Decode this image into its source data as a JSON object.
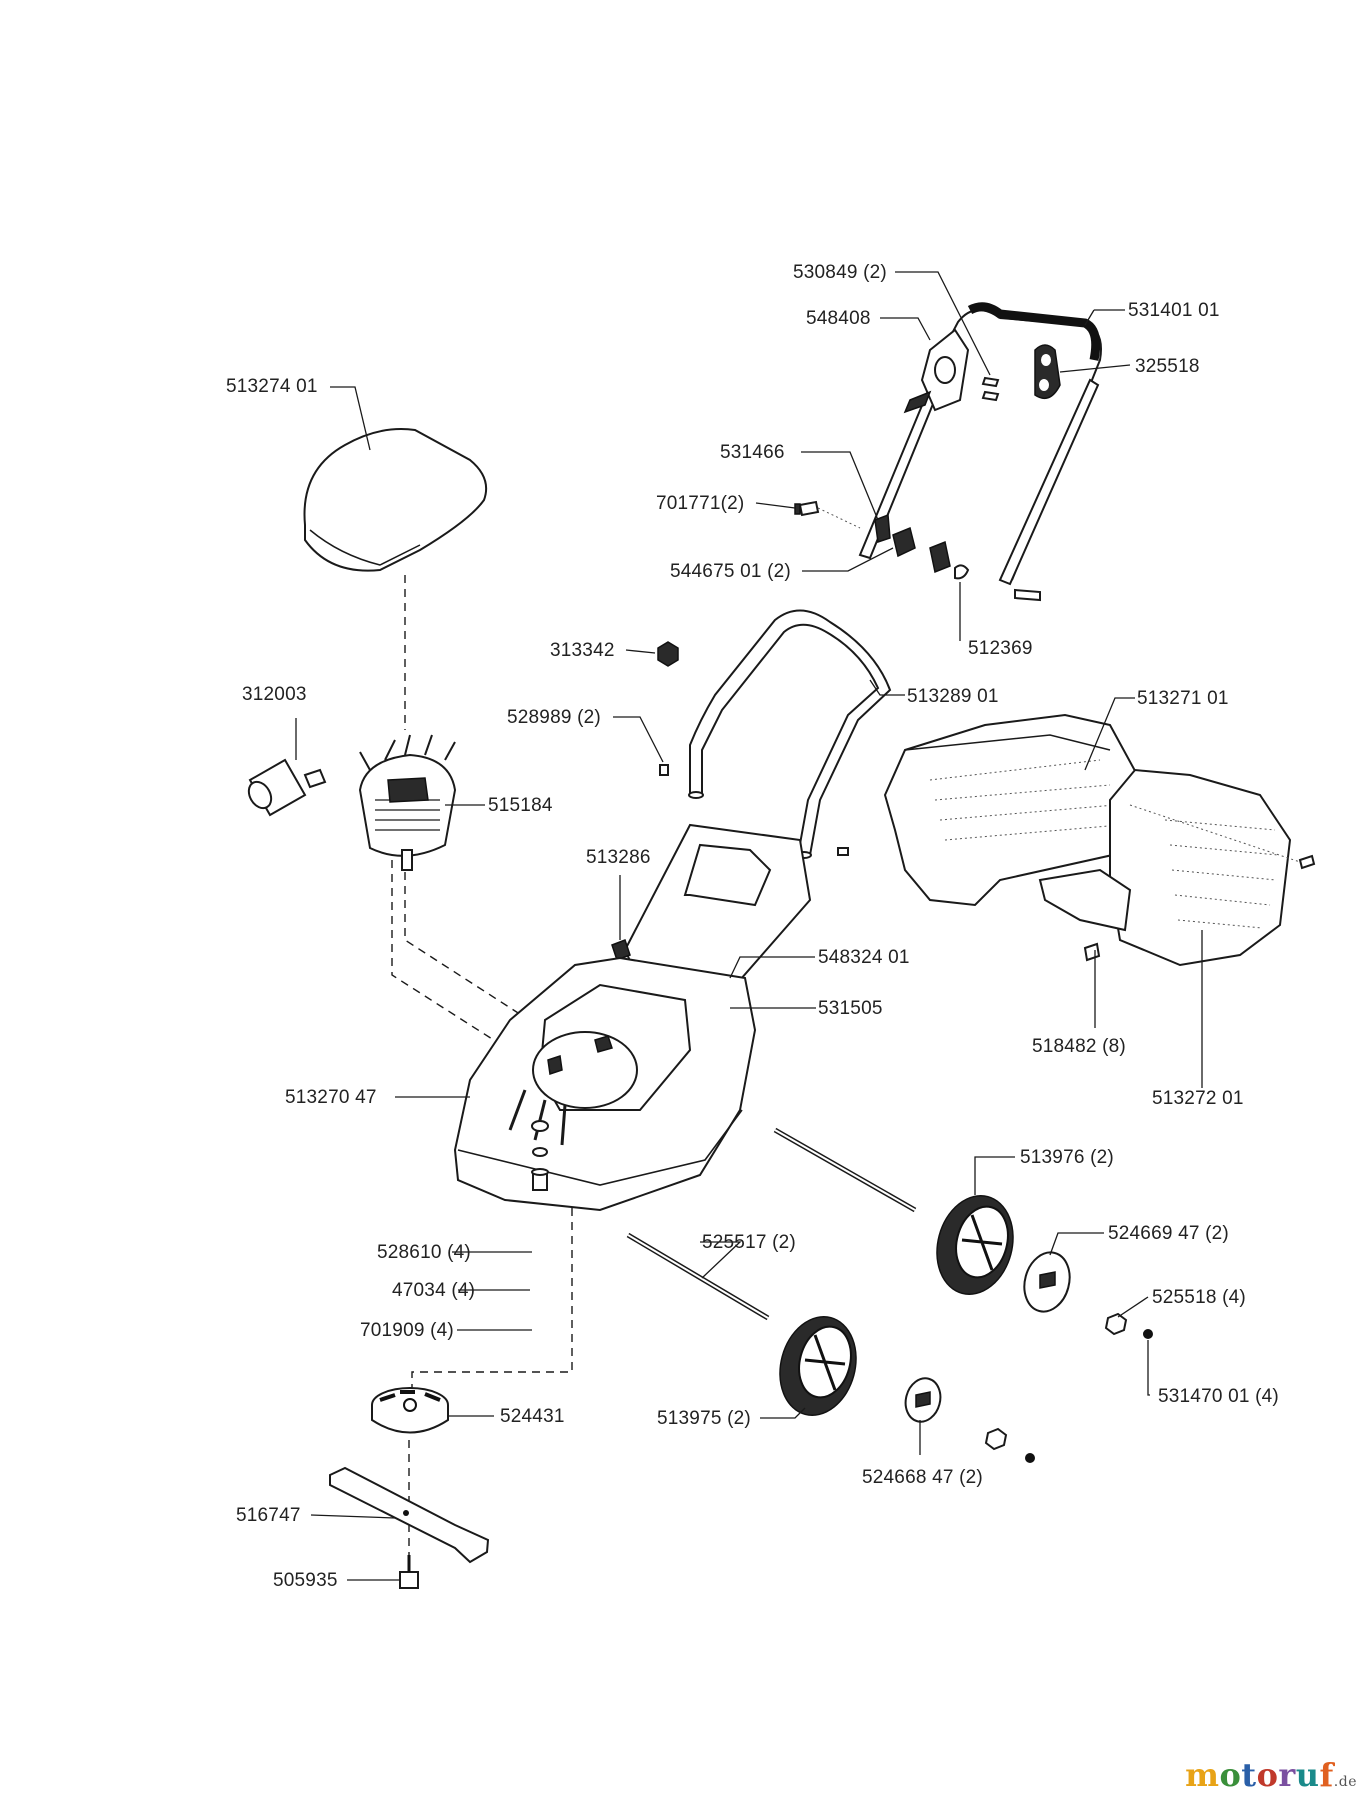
{
  "diagram": {
    "parts": [
      {
        "id": "p531401",
        "label": "531401 01"
      },
      {
        "id": "p530849",
        "label": "530849 (2)"
      },
      {
        "id": "p548408",
        "label": "548408"
      },
      {
        "id": "p325518",
        "label": "325518"
      },
      {
        "id": "p513274",
        "label": "513274 01"
      },
      {
        "id": "p531466",
        "label": "531466"
      },
      {
        "id": "p701771",
        "label": "701771(2)"
      },
      {
        "id": "p544675",
        "label": "544675 01 (2)"
      },
      {
        "id": "p512369",
        "label": "512369"
      },
      {
        "id": "p313342",
        "label": "313342"
      },
      {
        "id": "p513289",
        "label": "513289 01"
      },
      {
        "id": "p513271",
        "label": "513271 01"
      },
      {
        "id": "p312003",
        "label": "312003"
      },
      {
        "id": "p528989",
        "label": "528989 (2)"
      },
      {
        "id": "p515184",
        "label": "515184"
      },
      {
        "id": "p513286",
        "label": "513286"
      },
      {
        "id": "p548324",
        "label": "548324 01"
      },
      {
        "id": "p531505",
        "label": "531505"
      },
      {
        "id": "p518482",
        "label": "518482 (8)"
      },
      {
        "id": "p513270",
        "label": "513270 47"
      },
      {
        "id": "p513272",
        "label": "513272 01"
      },
      {
        "id": "p513976",
        "label": "513976 (2)"
      },
      {
        "id": "p524669",
        "label": "524669 47 (2)"
      },
      {
        "id": "p528610",
        "label": "528610 (4)"
      },
      {
        "id": "p525517",
        "label": "525517 (2)"
      },
      {
        "id": "p47034",
        "label": "47034 (4)"
      },
      {
        "id": "p525518",
        "label": "525518 (4)"
      },
      {
        "id": "p701909",
        "label": "701909 (4)"
      },
      {
        "id": "p531470",
        "label": "531470 01 (4)"
      },
      {
        "id": "p513975",
        "label": "513975 (2)"
      },
      {
        "id": "p524431",
        "label": "524431"
      },
      {
        "id": "p524668",
        "label": "524668 47 (2)"
      },
      {
        "id": "p516747",
        "label": "516747"
      },
      {
        "id": "p505935",
        "label": "505935"
      }
    ]
  },
  "watermark": {
    "brand": "motoruf",
    "suffix": ".de",
    "colors": [
      "#e8a317",
      "#3a8f3a",
      "#2a5fa8",
      "#c0392b",
      "#7a4fa0",
      "#1a8a8a",
      "#e06020"
    ]
  }
}
